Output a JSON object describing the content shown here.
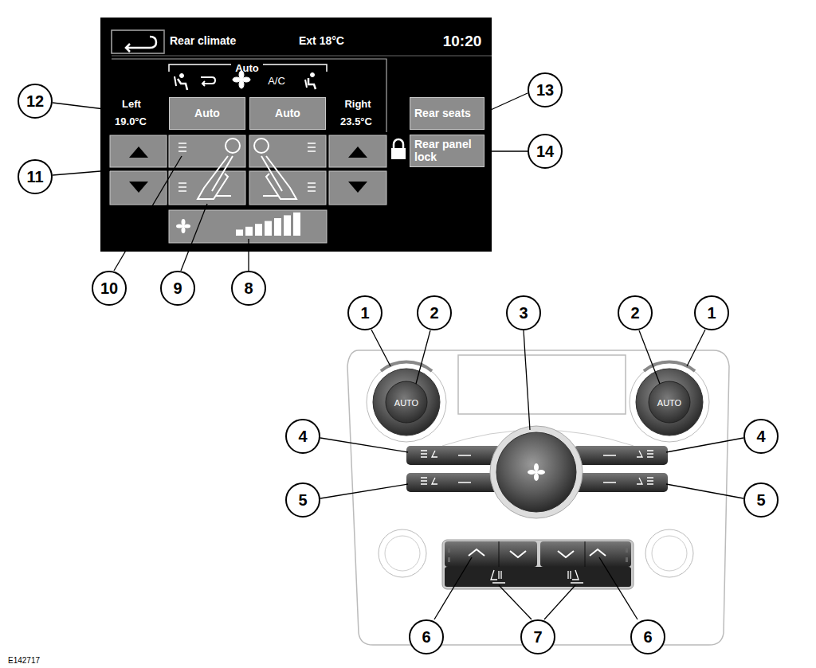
{
  "diagram": {
    "nodes": [
      {
        "text": [
          "Auto"
        ]
      },
      {
        "text": [
          "Auto"
        ]
      },
      {
        "text": [
          "Rear seats"
        ]
      },
      {
        "text": [
          "Rear panel lock"
        ]
      }
    ],
    "labels": [
      "Rear climate",
      "Ext 18°C",
      "10:20",
      "Auto",
      "A/C",
      "Left",
      "19.0°C",
      "Right",
      "23.5°C",
      "12",
      "13",
      "11",
      "14",
      "10",
      "9",
      "8",
      "1",
      "2",
      "3",
      "2",
      "1",
      "AUTO",
      "AUTO",
      "4",
      "4",
      "5",
      "5",
      "6",
      "7",
      "6",
      "E142717"
    ]
  }
}
